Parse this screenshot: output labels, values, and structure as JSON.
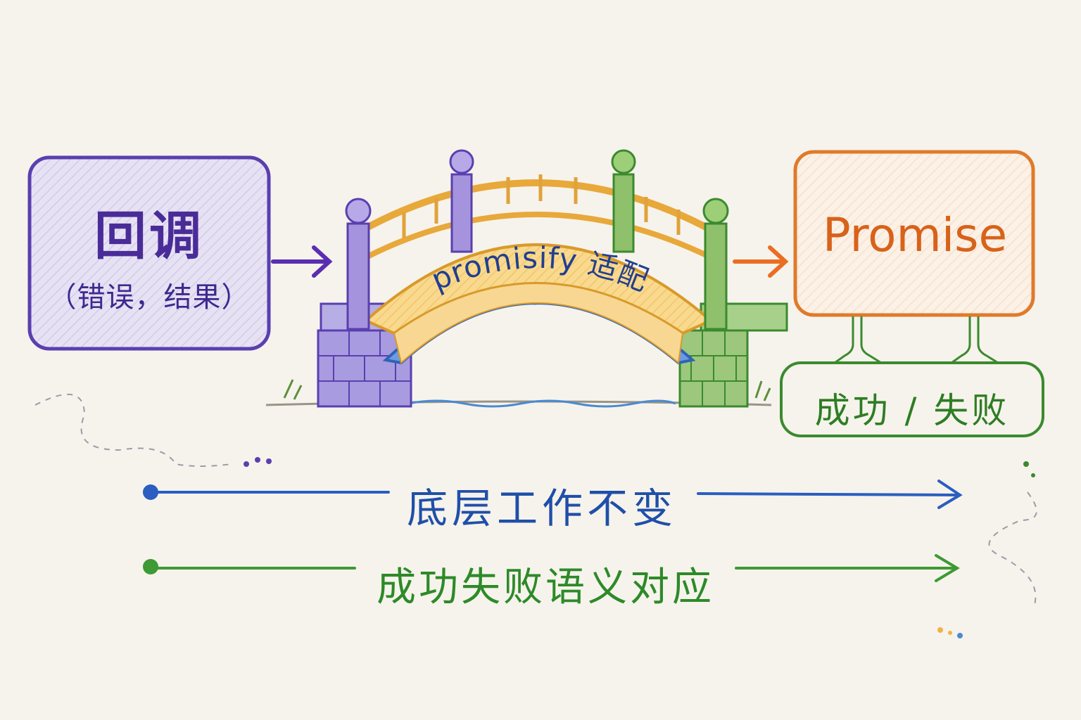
{
  "callback": {
    "title": "回调",
    "subtitle": "（错误，结果）"
  },
  "bridge": {
    "label": "promisify 适配"
  },
  "promise": {
    "title": "Promise",
    "states": "成功 / 失败"
  },
  "guarantees": [
    {
      "label": "底层工作不变",
      "color": "#1f4fa8"
    },
    {
      "label": "成功失败语义对应",
      "color": "#2d8a28"
    }
  ],
  "colors": {
    "callback": "#5a3fb0",
    "bridge": "#f2b24a",
    "promise": "#e07a2a",
    "states": "#3b8a2e",
    "background": "#f6f3ec"
  }
}
